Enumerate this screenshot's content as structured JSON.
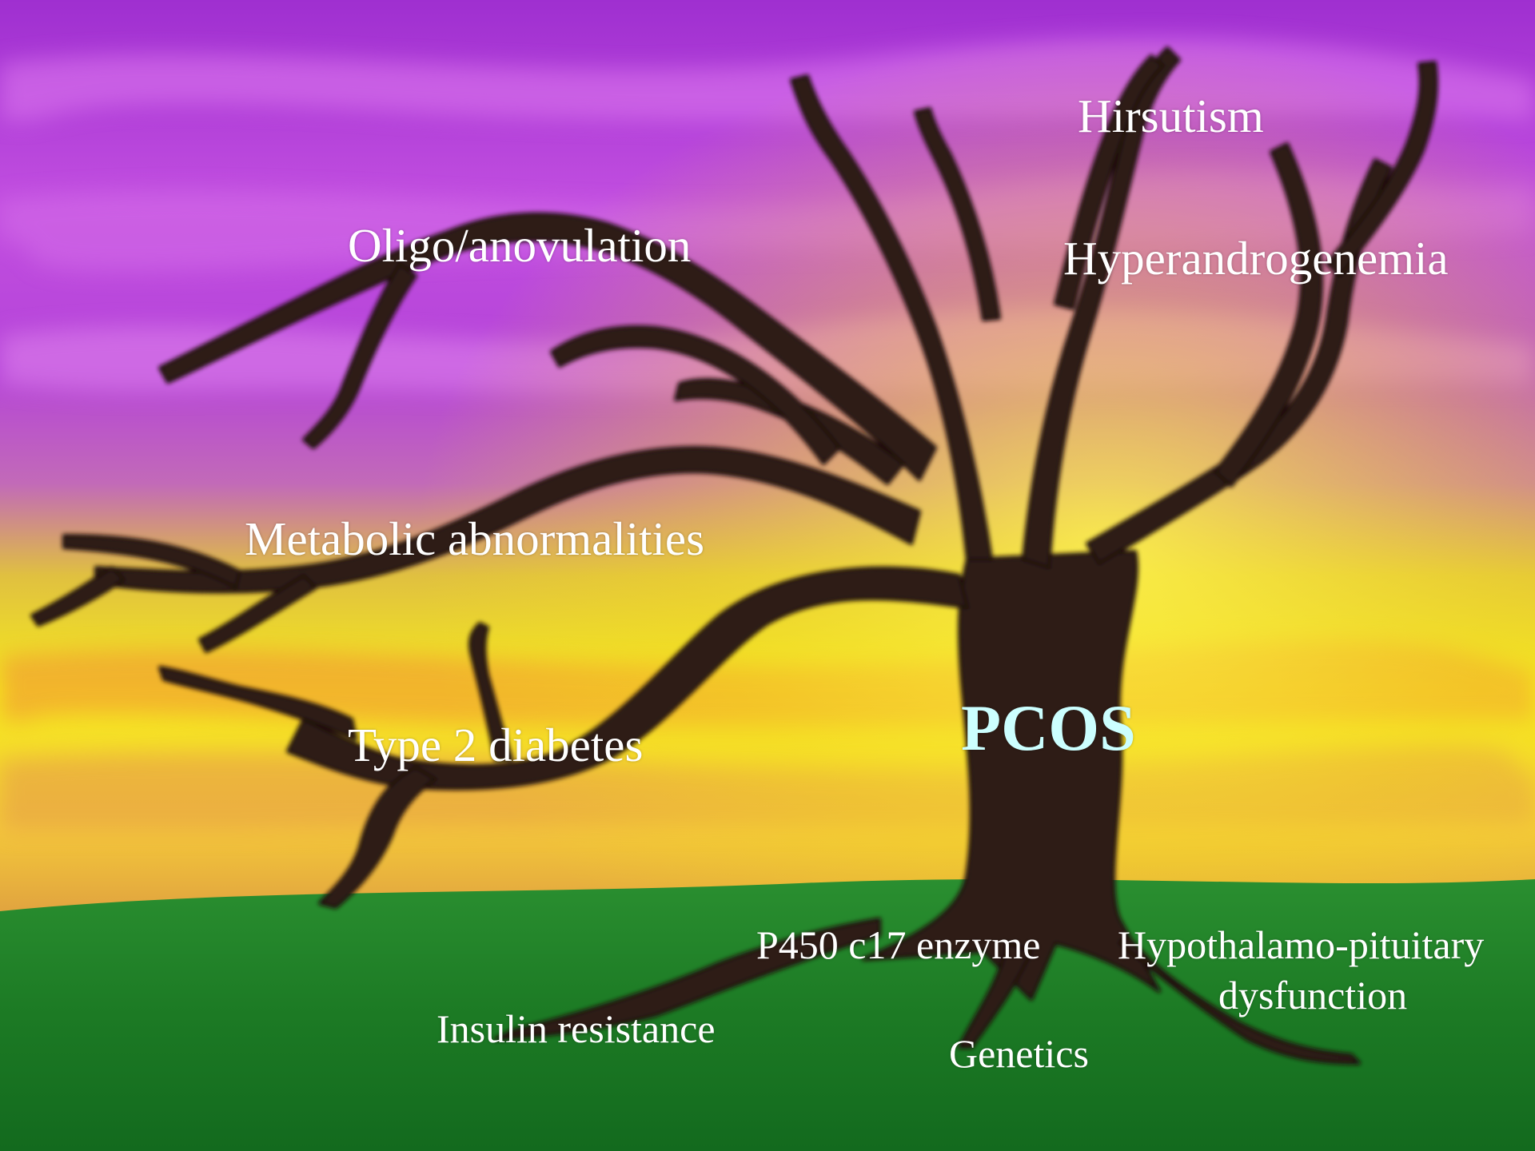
{
  "diagram": {
    "center_label": "PCOS",
    "branches": [
      "Hirsutism",
      "Hyperandrogenemia",
      "Oligo/anovulation",
      "Metabolic abnormalities",
      "Type 2 diabetes"
    ],
    "roots": [
      "P450 c17 enzyme",
      "Hypothalamo-pituitary",
      "dysfunction",
      "Insulin resistance",
      "Genetics"
    ]
  },
  "colors": {
    "label_text": "#ffffff",
    "center_label_text": "#ccffff",
    "sky_purple": "#b43ad6",
    "sky_yellow": "#f2e21a",
    "ground_green": "#1f8a2a",
    "tree_brown": "#2b1810"
  },
  "background": {
    "illustration": "silhouette of a gnarled tree at sunset"
  }
}
